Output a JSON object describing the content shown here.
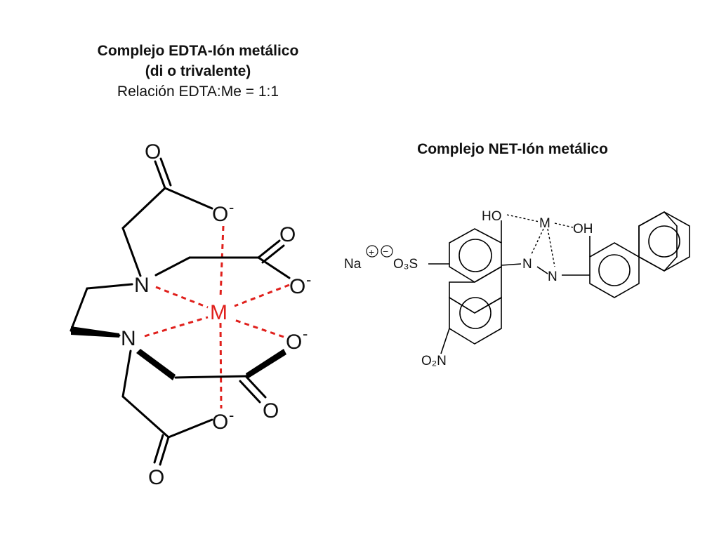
{
  "edta": {
    "title_line1": "Complejo EDTA-Ión metálico",
    "title_line2": "(di o trivalente)",
    "ratio": "Relación EDTA:Me = 1:1",
    "atoms": {
      "o_top": "O",
      "o_minus_1": "O",
      "o_minus_2": "O",
      "o_minus_3": "O",
      "o_minus_4": "O",
      "o_right": "O",
      "o_bottom_right": "O",
      "o_bottom": "O",
      "n_upper": "N",
      "n_lower": "N",
      "metal": "M",
      "charge": "-"
    },
    "colors": {
      "bond": "#000000",
      "coordination": "#e0201c",
      "metal": "#e0201c"
    }
  },
  "net": {
    "title": "Complejo NET-Ión metálico",
    "labels": {
      "na": "Na",
      "plus": "+",
      "minus": "−",
      "sulfonate": "O₃S",
      "nitro": "O₂N",
      "ho": "HO",
      "oh": "OH",
      "metal": "M",
      "n1": "N",
      "n2": "N"
    }
  }
}
